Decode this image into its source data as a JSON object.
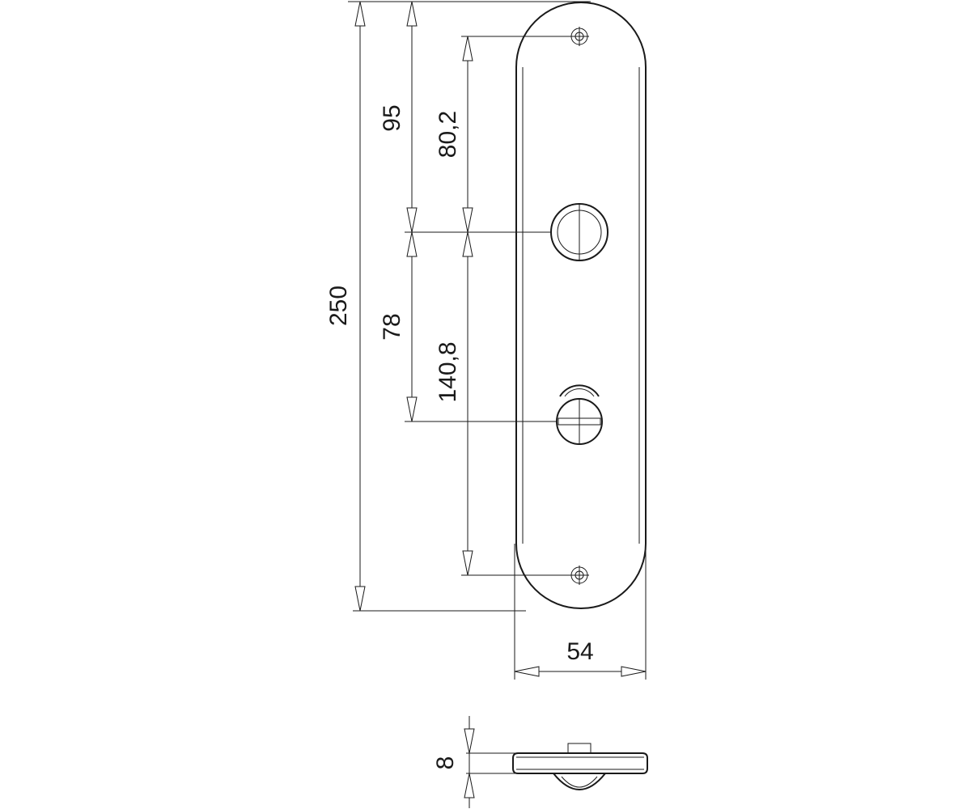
{
  "dimensions": {
    "total_height": "250",
    "top_to_spindle": "95",
    "screw_to_spindle": "80,2",
    "spindle_to_turn": "78",
    "spindle_to_bottom_screw": "140,8",
    "width": "54",
    "thickness": "8"
  }
}
